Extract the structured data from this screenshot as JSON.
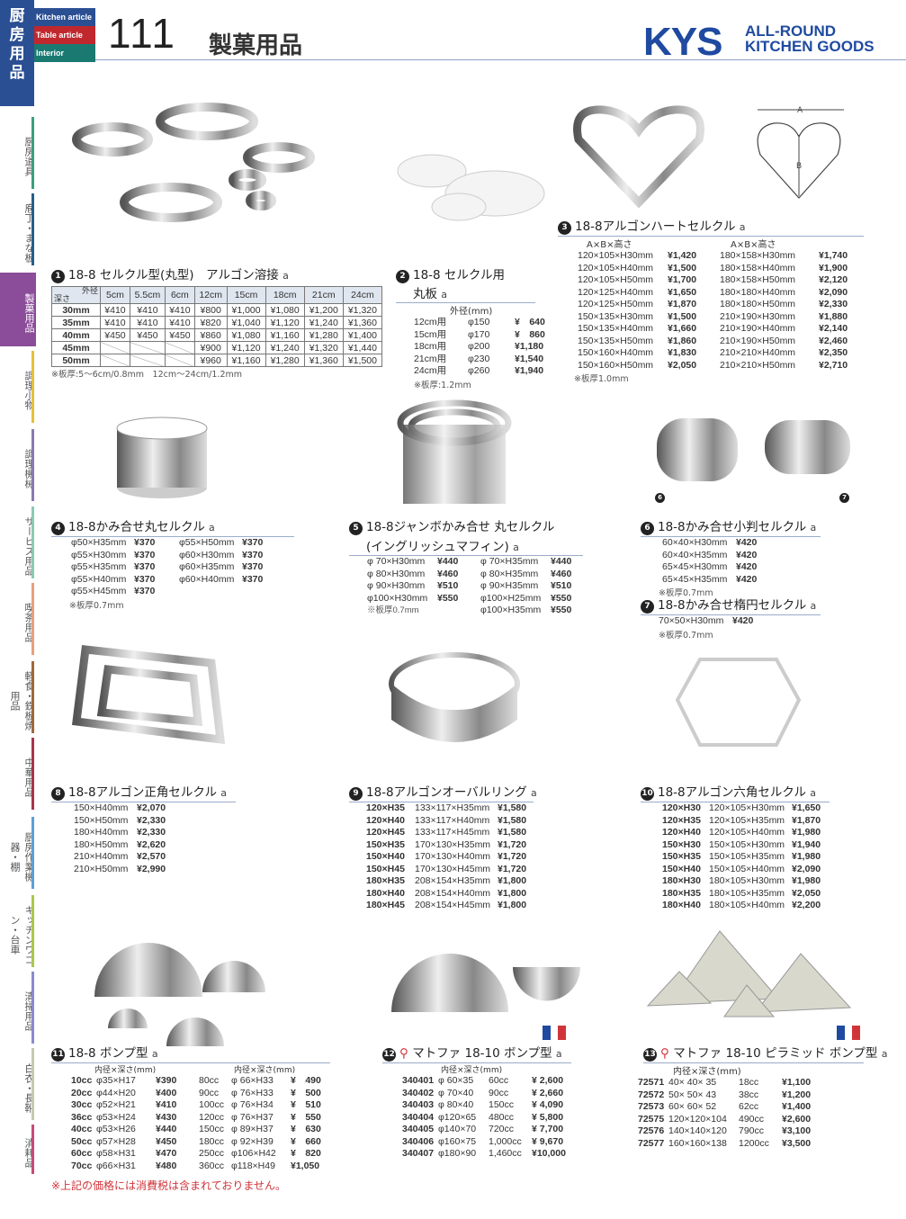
{
  "header": {
    "brand_vertical": "厨房用品",
    "tags": [
      "Kitchen article",
      "Table article",
      "Interior"
    ],
    "tag_colors": [
      "#2b4f93",
      "#c0282e",
      "#1a7a72"
    ],
    "page_number": "111",
    "page_title": "製菓用品",
    "logo": "KYS",
    "logo_sub": [
      "ALL-ROUND",
      "KITCHEN GOODS"
    ]
  },
  "sidebar": [
    {
      "label": "厨房道具",
      "color": "#3aa07a"
    },
    {
      "label": "庖丁・まな板",
      "color": "#245f8a"
    },
    {
      "label": "製菓用品",
      "color": "#8b4c9a",
      "active": true
    },
    {
      "label": "調理小物",
      "color": "#e3c23a"
    },
    {
      "label": "調理機械",
      "color": "#8a7ab0"
    },
    {
      "label": "サービス用品",
      "color": "#8ccab0"
    },
    {
      "label": "喫茶用品",
      "color": "#e8a07a"
    },
    {
      "label": "軽食・鉄板焼用品",
      "color": "#a0683a"
    },
    {
      "label": "中華用品",
      "color": "#a8344a"
    },
    {
      "label": "厨房作業機器・棚",
      "color": "#5aa0d8"
    },
    {
      "label": "キッチンワゴン・台車",
      "color": "#a8c84a"
    },
    {
      "label": "清掃用品",
      "color": "#8a8ad0"
    },
    {
      "label": "白衣・長靴",
      "color": "#c8c8b0"
    },
    {
      "label": "消耗品",
      "color": "#c84a7a"
    }
  ],
  "s1": {
    "no": "1",
    "title": "18-8 セルクル型(丸型)　アルゴン溶接",
    "a": "a",
    "corner_top": "外径",
    "corner_bottom": "深さ",
    "cols": [
      "5cm",
      "5.5cm",
      "6cm",
      "12cm",
      "15cm",
      "18cm",
      "21cm",
      "24cm"
    ],
    "rows": [
      [
        "30mm",
        "¥410",
        "¥410",
        "¥410",
        "¥800",
        "¥1,000",
        "¥1,080",
        "¥1,200",
        "¥1,320"
      ],
      [
        "35mm",
        "¥410",
        "¥410",
        "¥410",
        "¥820",
        "¥1,040",
        "¥1,120",
        "¥1,240",
        "¥1,360"
      ],
      [
        "40mm",
        "¥450",
        "¥450",
        "¥450",
        "¥860",
        "¥1,080",
        "¥1,160",
        "¥1,280",
        "¥1,400"
      ],
      [
        "45mm",
        "",
        "",
        "",
        "¥900",
        "¥1,120",
        "¥1,240",
        "¥1,320",
        "¥1,440"
      ],
      [
        "50mm",
        "",
        "",
        "",
        "¥960",
        "¥1,160",
        "¥1,280",
        "¥1,360",
        "¥1,500"
      ]
    ],
    "note": "※板厚:5～6cm/0.8mm　12cm～24cm/1.2mm"
  },
  "s2": {
    "no": "2",
    "title": "18-8 セルクル用",
    "title2": "丸板",
    "a": "a",
    "head": "外径(mm)",
    "rows": [
      [
        "12cm用",
        "φ150",
        "¥　640"
      ],
      [
        "15cm用",
        "φ170",
        "¥　860"
      ],
      [
        "18cm用",
        "φ200",
        "¥1,180"
      ],
      [
        "21cm用",
        "φ230",
        "¥1,540"
      ],
      [
        "24cm用",
        "φ260",
        "¥1,940"
      ]
    ],
    "note": "※板厚:1.2mm"
  },
  "s3": {
    "no": "3",
    "title": "18-8アルゴンハートセルクル",
    "a": "a",
    "head": "A×B×高さ",
    "diagram_labels": [
      "A",
      "B"
    ],
    "rows": [
      [
        "120×105×H30mm",
        "¥1,420",
        "180×158×H30mm",
        "¥1,740"
      ],
      [
        "120×105×H40mm",
        "¥1,500",
        "180×158×H40mm",
        "¥1,900"
      ],
      [
        "120×105×H50mm",
        "¥1,700",
        "180×158×H50mm",
        "¥2,120"
      ],
      [
        "120×125×H40mm",
        "¥1,650",
        "180×180×H40mm",
        "¥2,090"
      ],
      [
        "120×125×H50mm",
        "¥1,870",
        "180×180×H50mm",
        "¥2,330"
      ],
      [
        "150×135×H30mm",
        "¥1,500",
        "210×190×H30mm",
        "¥1,880"
      ],
      [
        "150×135×H40mm",
        "¥1,660",
        "210×190×H40mm",
        "¥2,140"
      ],
      [
        "150×135×H50mm",
        "¥1,860",
        "210×190×H50mm",
        "¥2,460"
      ],
      [
        "150×160×H40mm",
        "¥1,830",
        "210×210×H40mm",
        "¥2,350"
      ],
      [
        "150×160×H50mm",
        "¥2,050",
        "210×210×H50mm",
        "¥2,710"
      ]
    ],
    "note": "※板厚1.0mm"
  },
  "s4": {
    "no": "4",
    "title": "18-8かみ合せ丸セルクル",
    "a": "a",
    "rows": [
      [
        "φ50×H35mm",
        "¥370",
        "φ55×H50mm",
        "¥370"
      ],
      [
        "φ55×H30mm",
        "¥370",
        "φ60×H30mm",
        "¥370"
      ],
      [
        "φ55×H35mm",
        "¥370",
        "φ60×H35mm",
        "¥370"
      ],
      [
        "φ55×H40mm",
        "¥370",
        "φ60×H40mm",
        "¥370"
      ],
      [
        "φ55×H45mm",
        "¥370",
        "",
        ""
      ]
    ],
    "note": "※板厚0.7mm"
  },
  "s5": {
    "no": "5",
    "title": "18-8ジャンボかみ合せ 丸セルクル",
    "title2": "(イングリッシュマフィン)",
    "a": "a",
    "rows": [
      [
        "φ 70×H30mm",
        "¥440",
        "φ 70×H35mm",
        "¥440"
      ],
      [
        "φ 80×H30mm",
        "¥460",
        "φ 80×H35mm",
        "¥460"
      ],
      [
        "φ 90×H30mm",
        "¥510",
        "φ 90×H35mm",
        "¥510"
      ],
      [
        "φ100×H30mm",
        "¥550",
        "φ100×H25mm",
        "¥550"
      ],
      [
        "※板厚0.7mm",
        "",
        "φ100×H35mm",
        "¥550"
      ]
    ]
  },
  "s6": {
    "no": "6",
    "title": "18-8かみ合せ小判セルクル",
    "a": "a",
    "rows": [
      [
        "60×40×H30mm",
        "¥420"
      ],
      [
        "60×40×H35mm",
        "¥420"
      ],
      [
        "65×45×H30mm",
        "¥420"
      ],
      [
        "65×45×H35mm",
        "¥420"
      ]
    ],
    "note": "※板厚0.7mm"
  },
  "s7": {
    "no": "7",
    "title": "18-8かみ合せ楕円セルクル",
    "a": "a",
    "rows": [
      [
        "70×50×H30mm",
        "¥420"
      ]
    ],
    "note": "※板厚0.7mm"
  },
  "s8": {
    "no": "8",
    "title": "18-8アルゴン正角セルクル",
    "a": "a",
    "rows": [
      [
        "150×H40mm",
        "¥2,070"
      ],
      [
        "150×H50mm",
        "¥2,330"
      ],
      [
        "180×H40mm",
        "¥2,330"
      ],
      [
        "180×H50mm",
        "¥2,620"
      ],
      [
        "210×H40mm",
        "¥2,570"
      ],
      [
        "210×H50mm",
        "¥2,990"
      ]
    ]
  },
  "s9": {
    "no": "9",
    "title": "18-8アルゴンオーバルリング",
    "a": "a",
    "rows": [
      [
        "120×H35",
        "133×117×H35mm",
        "¥1,580"
      ],
      [
        "120×H40",
        "133×117×H40mm",
        "¥1,580"
      ],
      [
        "120×H45",
        "133×117×H45mm",
        "¥1,580"
      ],
      [
        "150×H35",
        "170×130×H35mm",
        "¥1,720"
      ],
      [
        "150×H40",
        "170×130×H40mm",
        "¥1,720"
      ],
      [
        "150×H45",
        "170×130×H45mm",
        "¥1,720"
      ],
      [
        "180×H35",
        "208×154×H35mm",
        "¥1,800"
      ],
      [
        "180×H40",
        "208×154×H40mm",
        "¥1,800"
      ],
      [
        "180×H45",
        "208×154×H45mm",
        "¥1,800"
      ]
    ]
  },
  "s10": {
    "no": "10",
    "title": "18-8アルゴン六角セルクル",
    "a": "a",
    "rows": [
      [
        "120×H30",
        "120×105×H30mm",
        "¥1,650"
      ],
      [
        "120×H35",
        "120×105×H35mm",
        "¥1,870"
      ],
      [
        "120×H40",
        "120×105×H40mm",
        "¥1,980"
      ],
      [
        "150×H30",
        "150×105×H30mm",
        "¥1,940"
      ],
      [
        "150×H35",
        "150×105×H35mm",
        "¥1,980"
      ],
      [
        "150×H40",
        "150×105×H40mm",
        "¥2,090"
      ],
      [
        "180×H30",
        "180×105×H30mm",
        "¥1,980"
      ],
      [
        "180×H35",
        "180×105×H35mm",
        "¥2,050"
      ],
      [
        "180×H40",
        "180×105×H40mm",
        "¥2,200"
      ]
    ]
  },
  "s11": {
    "no": "11",
    "title": "18-8 ボンプ型",
    "a": "a",
    "head": "内径×深さ(mm)",
    "rows": [
      [
        "10cc",
        "φ35×H17",
        "¥390",
        "80cc",
        "φ 66×H33",
        "¥　490"
      ],
      [
        "20cc",
        "φ44×H20",
        "¥400",
        "90cc",
        "φ 76×H33",
        "¥　500"
      ],
      [
        "30cc",
        "φ52×H21",
        "¥410",
        "100cc",
        "φ 76×H34",
        "¥　510"
      ],
      [
        "36cc",
        "φ53×H24",
        "¥430",
        "120cc",
        "φ 76×H37",
        "¥　550"
      ],
      [
        "40cc",
        "φ53×H26",
        "¥440",
        "150cc",
        "φ 89×H37",
        "¥　630"
      ],
      [
        "50cc",
        "φ57×H28",
        "¥450",
        "180cc",
        "φ 92×H39",
        "¥　660"
      ],
      [
        "60cc",
        "φ58×H31",
        "¥470",
        "250cc",
        "φ106×H42",
        "¥　820"
      ],
      [
        "70cc",
        "φ66×H31",
        "¥480",
        "360cc",
        "φ118×H49",
        "¥1,050"
      ]
    ]
  },
  "s12": {
    "no": "12",
    "title": "マトファ 18-10 ボンプ型",
    "a": "a",
    "head": "内径×深さ(mm)",
    "rows": [
      [
        "340401",
        "φ 60×35",
        "60cc",
        "¥ 2,600"
      ],
      [
        "340402",
        "φ 70×40",
        "90cc",
        "¥ 2,660"
      ],
      [
        "340403",
        "φ 80×40",
        "150cc",
        "¥ 4,090"
      ],
      [
        "340404",
        "φ120×65",
        "480cc",
        "¥ 5,800"
      ],
      [
        "340405",
        "φ140×70",
        "720cc",
        "¥ 7,700"
      ],
      [
        "340406",
        "φ160×75",
        "1,000cc",
        "¥ 9,670"
      ],
      [
        "340407",
        "φ180×90",
        "1,460cc",
        "¥10,000"
      ]
    ]
  },
  "s13": {
    "no": "13",
    "title": "マトファ 18-10 ピラミッド ボンプ型",
    "a": "a",
    "head": "内径×深さ(mm)",
    "rows": [
      [
        "72571",
        "40× 40× 35",
        "18cc",
        "¥1,100"
      ],
      [
        "72572",
        "50× 50× 43",
        "38cc",
        "¥1,200"
      ],
      [
        "72573",
        "60× 60× 52",
        "62cc",
        "¥1,400"
      ],
      [
        "72575",
        "120×120×104",
        "490cc",
        "¥2,600"
      ],
      [
        "72576",
        "140×140×120",
        "790cc",
        "¥3,100"
      ],
      [
        "72577",
        "160×160×138",
        "1200cc",
        "¥3,500"
      ]
    ]
  },
  "image_labels": {
    "s6": "6",
    "s7": "7"
  },
  "footnote": "※上記の価格には消費税は含まれておりません。"
}
